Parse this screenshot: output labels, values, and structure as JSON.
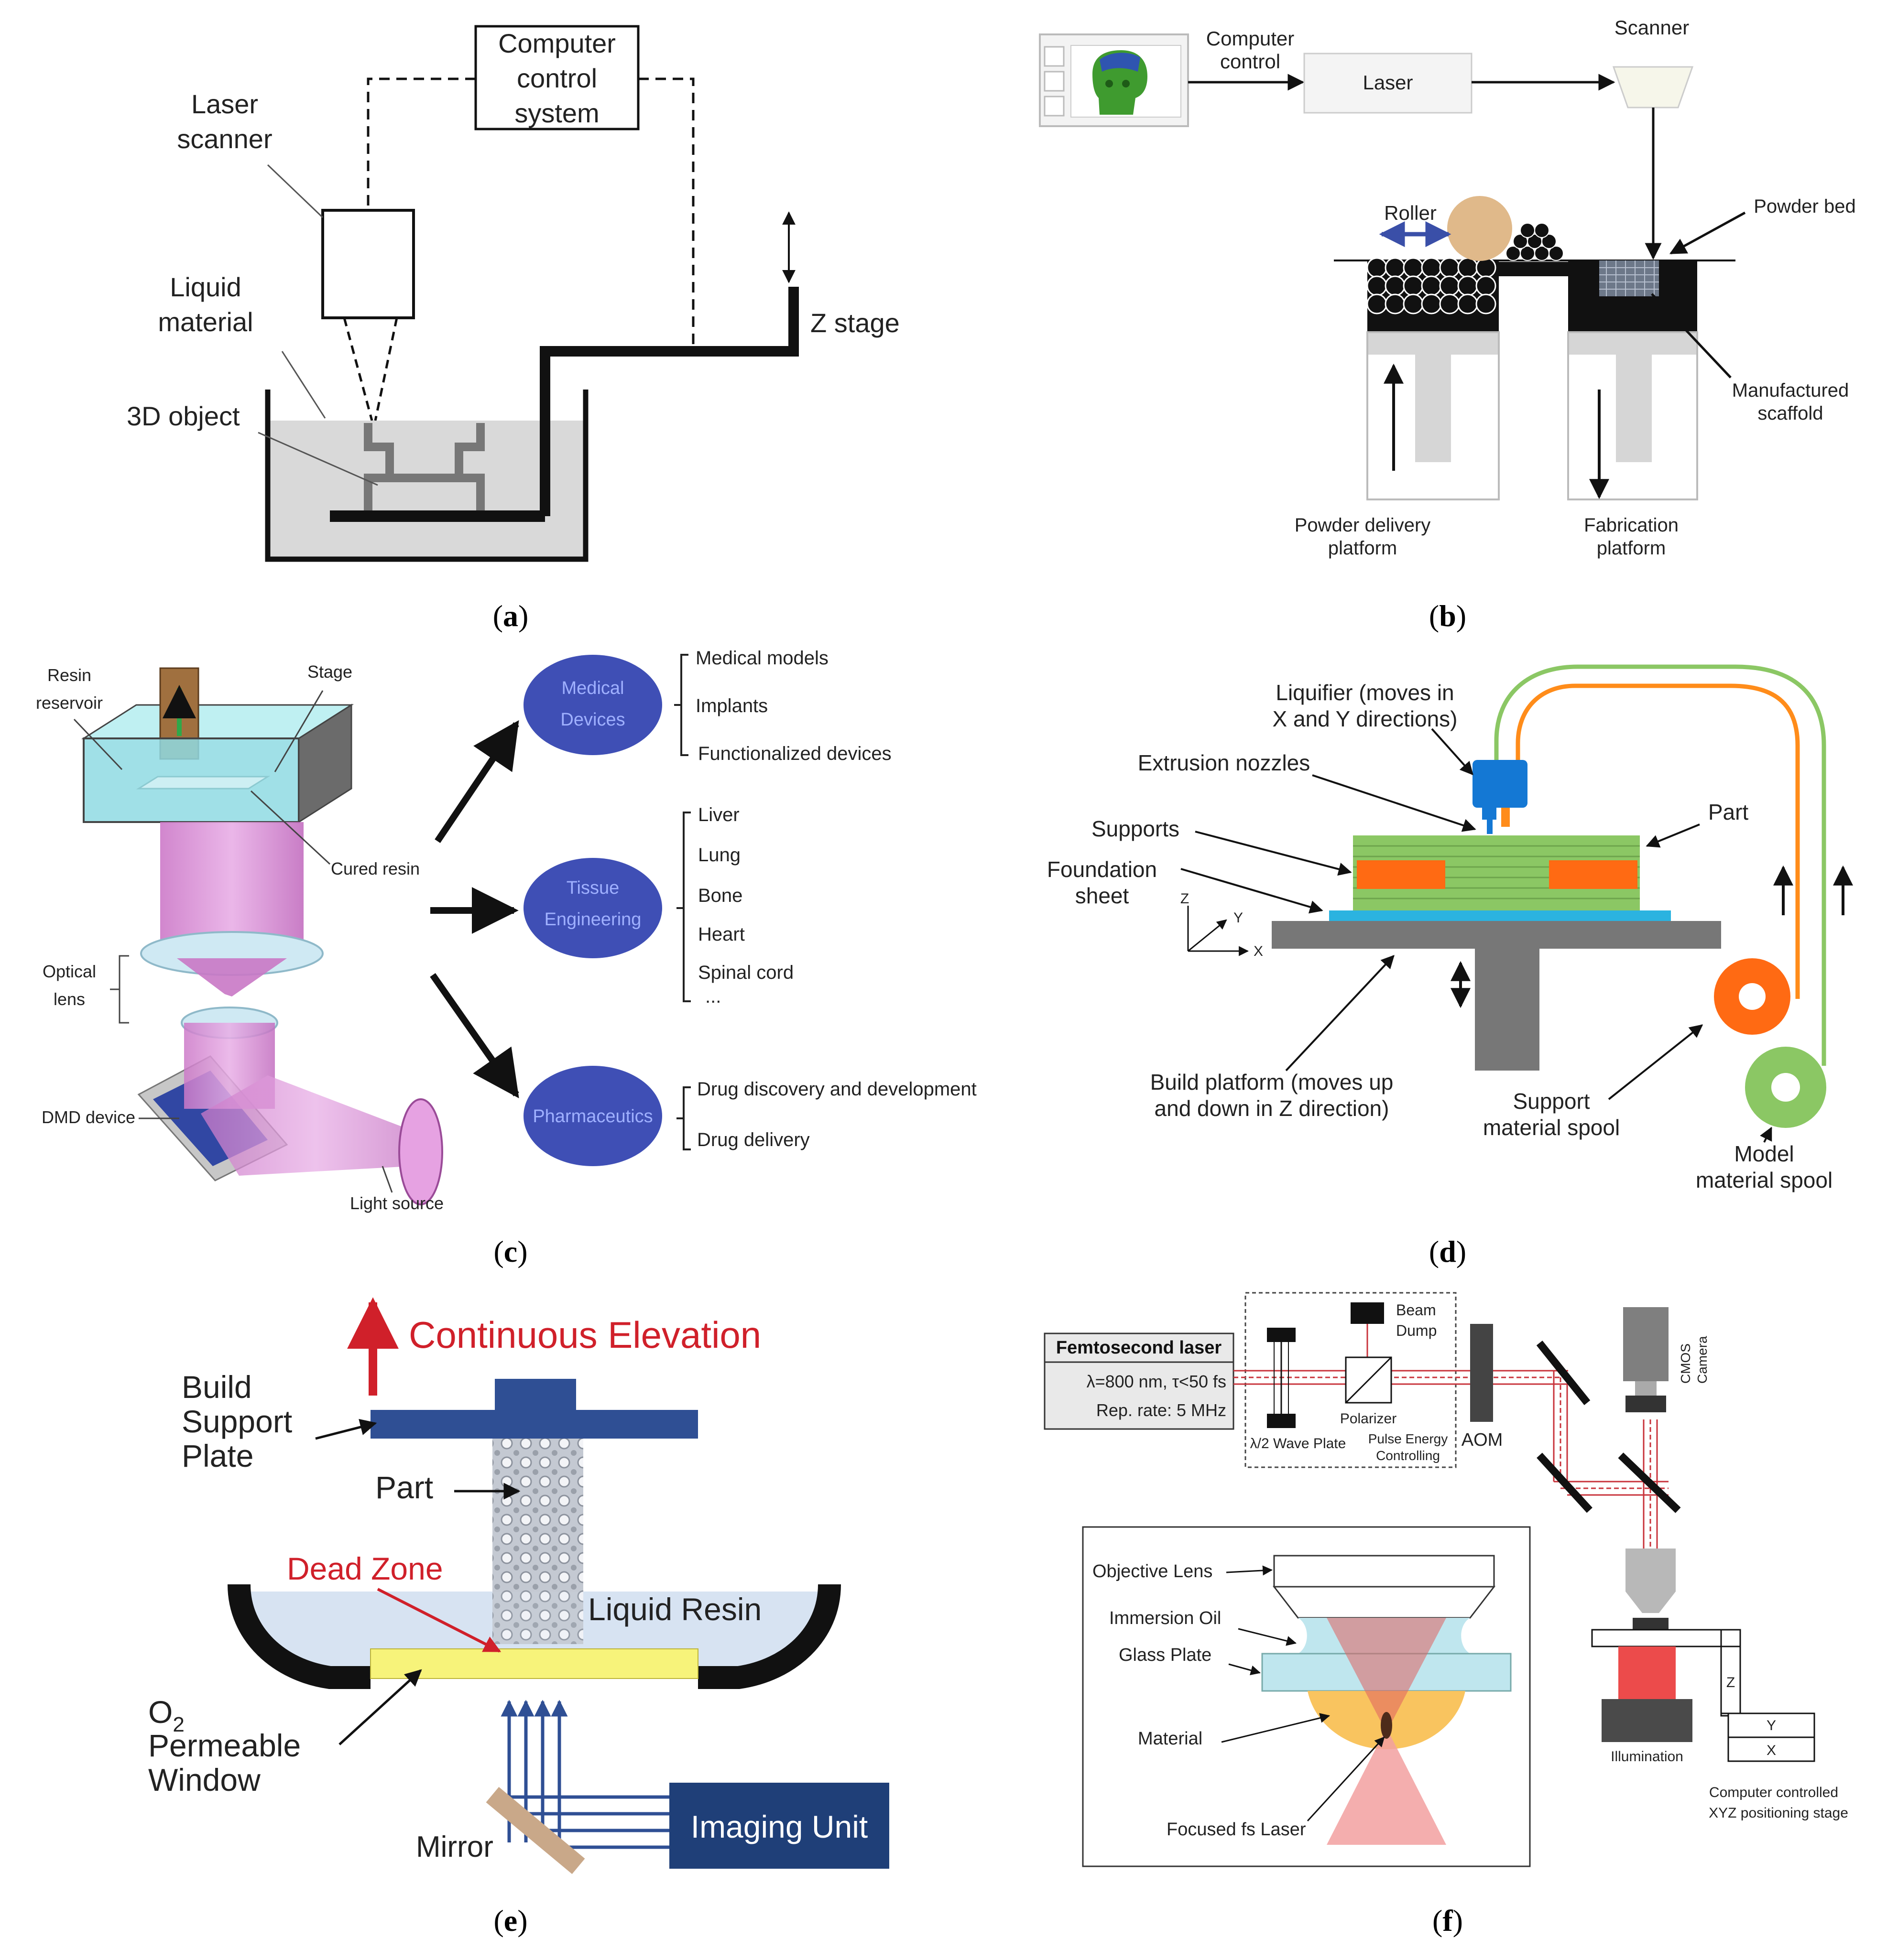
{
  "captions": {
    "a": "a",
    "b": "b",
    "c": "c",
    "d": "d",
    "e": "e",
    "f": "f"
  },
  "panel_a": {
    "computer_control_system": [
      "Computer",
      "control",
      "system"
    ],
    "laser_scanner": [
      "Laser",
      "scanner"
    ],
    "liquid_material": [
      "Liquid",
      "material"
    ],
    "object_3d": "3D object",
    "z_stage": "Z stage"
  },
  "panel_b": {
    "computer_control": [
      "Computer",
      "control"
    ],
    "laser": "Laser",
    "scanner": "Scanner",
    "roller": "Roller",
    "powder_bed": "Powder bed",
    "manufactured_scaffold": [
      "Manufactured",
      "scaffold"
    ],
    "powder_delivery_platform": [
      "Powder delivery",
      "platform"
    ],
    "fabrication_platform": [
      "Fabrication",
      "platform"
    ]
  },
  "panel_c": {
    "resin_reservoir": [
      "Resin",
      "reservoir"
    ],
    "stage": "Stage",
    "cured_resin": "Cured resin",
    "optical_lens": [
      "Optical",
      "lens"
    ],
    "dmd_device": "DMD device",
    "light_source": "Light source",
    "categories": [
      {
        "name": [
          "Medical",
          "Devices"
        ],
        "items": [
          "Medical models",
          "Implants",
          "Functionalized devices"
        ]
      },
      {
        "name": [
          "Tissue",
          "Engineering"
        ],
        "items": [
          "Liver",
          "Lung",
          "Bone",
          "Heart",
          "Spinal cord",
          "..."
        ]
      },
      {
        "name": [
          "Pharmaceutics"
        ],
        "items": [
          "Drug discovery and development",
          "Drug delivery"
        ]
      }
    ],
    "colors": {
      "ellipse": "#3f4fb5",
      "resin": "#9fe3ea",
      "beam": "#d98ad6"
    }
  },
  "panel_d": {
    "liquifier": [
      "Liquifier (moves in",
      "X and Y directions)"
    ],
    "extrusion_nozzles": "Extrusion nozzles",
    "supports": "Supports",
    "foundation_sheet": [
      "Foundation",
      "sheet"
    ],
    "part": "Part",
    "build_platform": [
      "Build platform (moves up",
      "and down in Z direction)"
    ],
    "support_spool": [
      "Support",
      "material spool"
    ],
    "model_spool": [
      "Model",
      "material spool"
    ],
    "axes": {
      "z": "Z",
      "y": "Y",
      "x": "X"
    }
  },
  "panel_e": {
    "continuous_elevation": "Continuous Elevation",
    "build_support_plate": [
      "Build",
      "Support",
      "Plate"
    ],
    "part": "Part",
    "dead_zone": "Dead Zone",
    "liquid_resin": "Liquid Resin",
    "o2_window": {
      "o": "O",
      "sub": "2",
      "rest": [
        "Permeable",
        "Window"
      ]
    },
    "mirror": "Mirror",
    "imaging_unit": "Imaging Unit",
    "colors": {
      "plate": "#2f4f94",
      "red": "#d0202a",
      "yellow": "#f7f37a",
      "resin": "#d7e3f2",
      "imaging": "#1f3f78"
    }
  },
  "panel_f": {
    "femto_title": "Femtosecond laser",
    "femto_specs": [
      "λ=800 nm, τ<50 fs",
      "Rep. rate: 5 MHz"
    ],
    "beam_dump": [
      "Beam",
      "Dump"
    ],
    "polarizer": "Polarizer",
    "wave_plate": "λ/2 Wave Plate",
    "pulse_energy": [
      "Pulse Energy",
      "Controlling"
    ],
    "aom": "AOM",
    "cmos_camera": [
      "CMOS",
      "Camera"
    ],
    "objective_lens": "Objective Lens",
    "immersion_oil": "Immersion Oil",
    "glass_plate": "Glass Plate",
    "material": "Material",
    "focused_laser": "Focused fs Laser",
    "illumination": "Illumination",
    "stage_axes": {
      "z": "Z",
      "y": "Y",
      "x": "X"
    },
    "xyz_stage": [
      "Computer controlled",
      "XYZ positioning stage"
    ]
  }
}
